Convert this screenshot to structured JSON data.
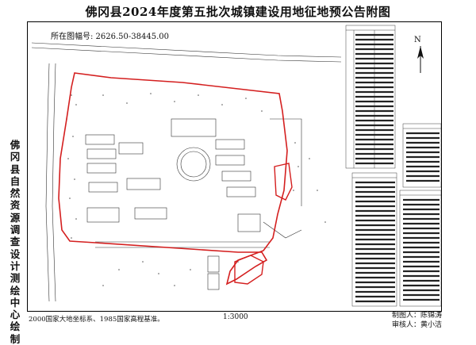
{
  "title": "佛冈县2024年度第五批次城镇建设用地征地预公告附图",
  "sheet_number": "所在图幅号: 2626.50-38445.00",
  "left_vertical_label": "佛冈县自然资源调查设计测绘中心绘制",
  "datum_note": "2000国家大地坐标系、1985国家高程基准。",
  "scale": "1:3000",
  "made_by": "制图人：陈锦涛",
  "reviewed_by": "审核人：黄小洁",
  "north_label": "N",
  "colors": {
    "boundary": "#d41f1f",
    "linework": "#333333",
    "frame": "#000000"
  }
}
